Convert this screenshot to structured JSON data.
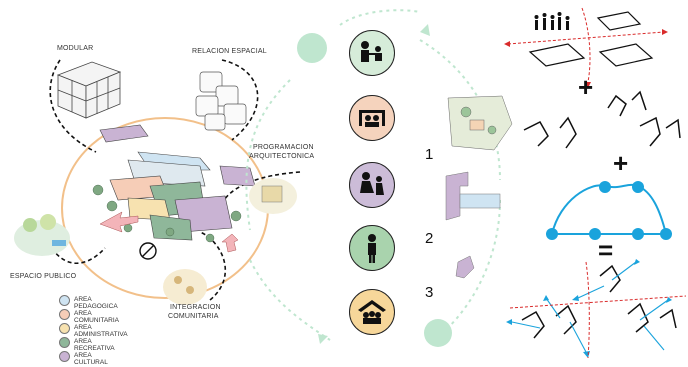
{
  "labels": {
    "modular": "MODULAR",
    "relacion": "RELACION ESPACIAL",
    "programacion_1": "PROGRAMACION",
    "programacion_2": "ARQUITECTONICA",
    "espacio": "ESPACIO PUBLICO",
    "integracion_1": "INTEGRACION",
    "integracion_2": "COMUNITARIA"
  },
  "legend": [
    {
      "label": "AREA PEDAGOGICA",
      "color": "#cfe4f2"
    },
    {
      "label": "AREA COMUNITARIA",
      "color": "#f6cdb7"
    },
    {
      "label": "AREA ADMINISTRATIVA",
      "color": "#f7e2b0"
    },
    {
      "label": "AREA RECREATIVA",
      "color": "#8fb79a"
    },
    {
      "label": "AREA CULTURAL",
      "color": "#c9b3d3"
    }
  ],
  "icons": [
    {
      "name": "teaching-icon",
      "color": "#d6ecd9"
    },
    {
      "name": "community-icon",
      "color": "#f5d3bd"
    },
    {
      "name": "dancing-icon",
      "color": "#ccbcd8"
    },
    {
      "name": "person-icon",
      "color": "#a9d3ad"
    },
    {
      "name": "shelter-icon",
      "color": "#f7d79a"
    }
  ],
  "numbers": [
    "1",
    "2",
    "3"
  ],
  "symbols": {
    "plus": "+",
    "equals": "="
  },
  "colors": {
    "ring": "#f2c08a",
    "mint": "#bfe6cf",
    "blue": "#1aa3dc",
    "red": "#d92b2b"
  }
}
